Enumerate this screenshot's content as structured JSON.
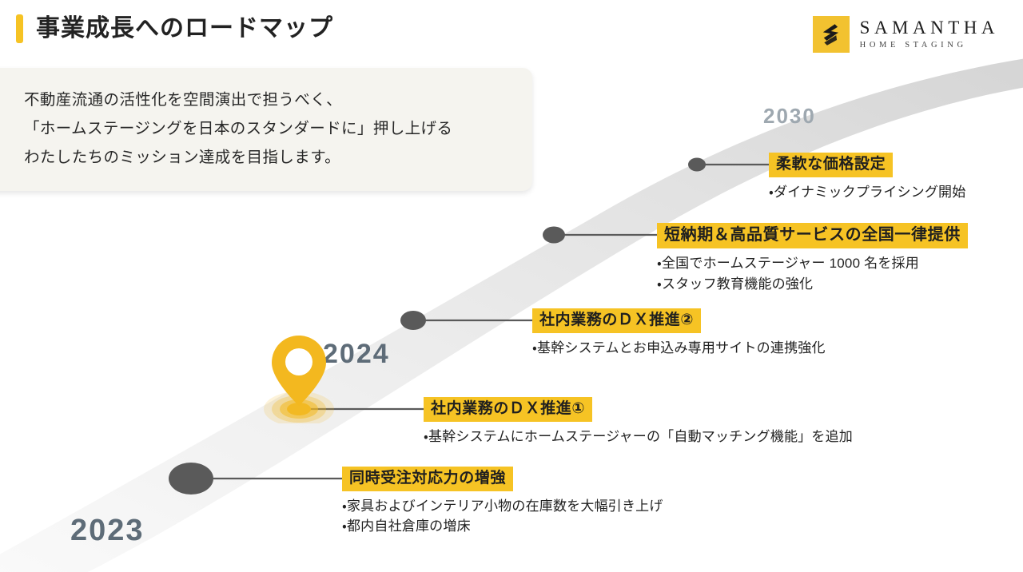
{
  "header": {
    "title": "事業成長へのロードマップ",
    "accent_color": "#F6C324"
  },
  "logo": {
    "mark": "samantha-s-monogram",
    "name": "SAMANTHA",
    "tagline": "HOME STAGING",
    "mark_bg": "#F2C230"
  },
  "mission": {
    "line1": "不動産流通の活性化を空間演出で担うべく、",
    "line2": "「ホームステージングを日本のスタンダードに」押し上げる",
    "line3": "わたしたちのミッション達成を目指します。"
  },
  "years": [
    {
      "label": "2030",
      "color": "#9EA8B0"
    },
    {
      "label": "2024",
      "color": "#5E6C78"
    },
    {
      "label": "2023",
      "color": "#5E6C78"
    }
  ],
  "milestones": [
    {
      "id": "m1",
      "year": "2030",
      "label": "柔軟な価格設定",
      "bullets": [
        "・ダイナミックプライシング開始"
      ],
      "marker": "dot"
    },
    {
      "id": "m2",
      "label": "短納期＆高品質サービスの全国一律提供",
      "bullets": [
        "・全国でホームステージャー 1000 名を採用",
        "・スタッフ教育機能の強化"
      ],
      "marker": "dot"
    },
    {
      "id": "m3",
      "label": "社内業務のＤＸ推進②",
      "bullets": [
        "・基幹システムとお申込み専用サイトの連携強化"
      ],
      "marker": "dot"
    },
    {
      "id": "m4",
      "year": "2024",
      "label": "社内業務のＤＸ推進①",
      "bullets": [
        "・基幹システムにホームステージャーの「自動マッチング機能」を追加"
      ],
      "marker": "current-pin"
    },
    {
      "id": "m5",
      "year": "2023",
      "label": "同時受注対応力の増強",
      "bullets": [
        "・家具およびインテリア小物の在庫数を大幅引き上げ",
        "・都内自社倉庫の増床"
      ],
      "marker": "dot"
    }
  ],
  "colors": {
    "highlight": "#F6C324",
    "pin": "#F2B923",
    "dot": "#5A5A5A",
    "road": "#E6E6E6",
    "card_bg": "#F5F4EF"
  }
}
